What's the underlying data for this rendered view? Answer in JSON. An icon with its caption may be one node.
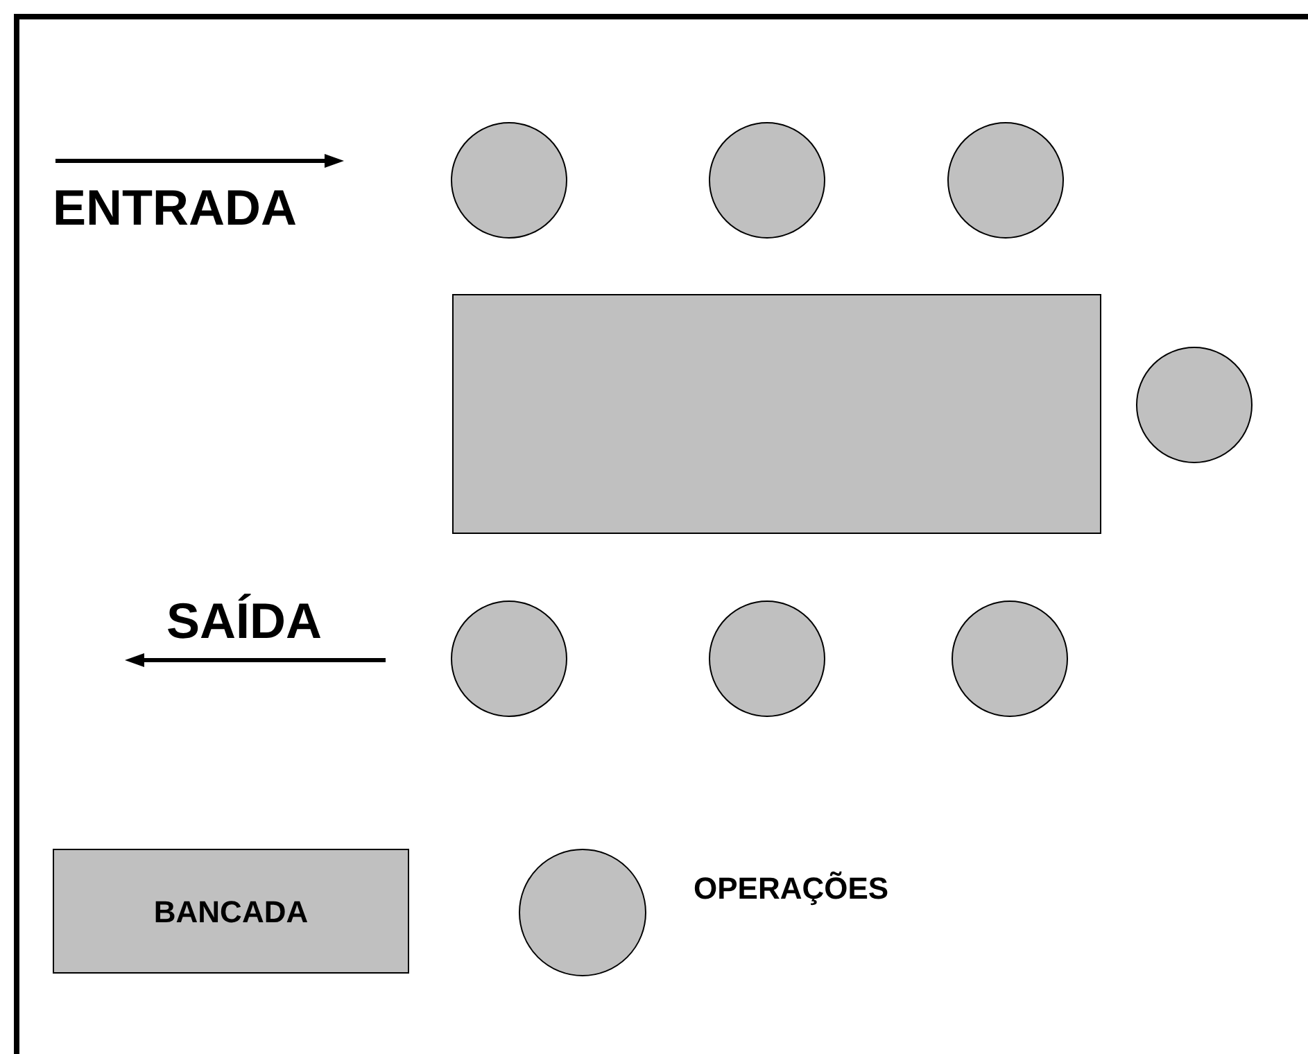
{
  "diagram": {
    "nodes": [
      {
        "text": [],
        "shape": "circle"
      },
      {
        "text": [],
        "shape": "circle"
      },
      {
        "text": [],
        "shape": "circle"
      },
      {
        "text": [],
        "shape": "box"
      },
      {
        "text": [],
        "shape": "circle"
      },
      {
        "text": [],
        "shape": "circle"
      },
      {
        "text": [],
        "shape": "circle"
      },
      {
        "text": [],
        "shape": "circle"
      }
    ],
    "labels": [
      "ENTRADA",
      "SAÍDA"
    ],
    "legend": [
      {
        "text": "BANCADA"
      },
      {
        "text": "OPERAÇÕES"
      }
    ]
  }
}
